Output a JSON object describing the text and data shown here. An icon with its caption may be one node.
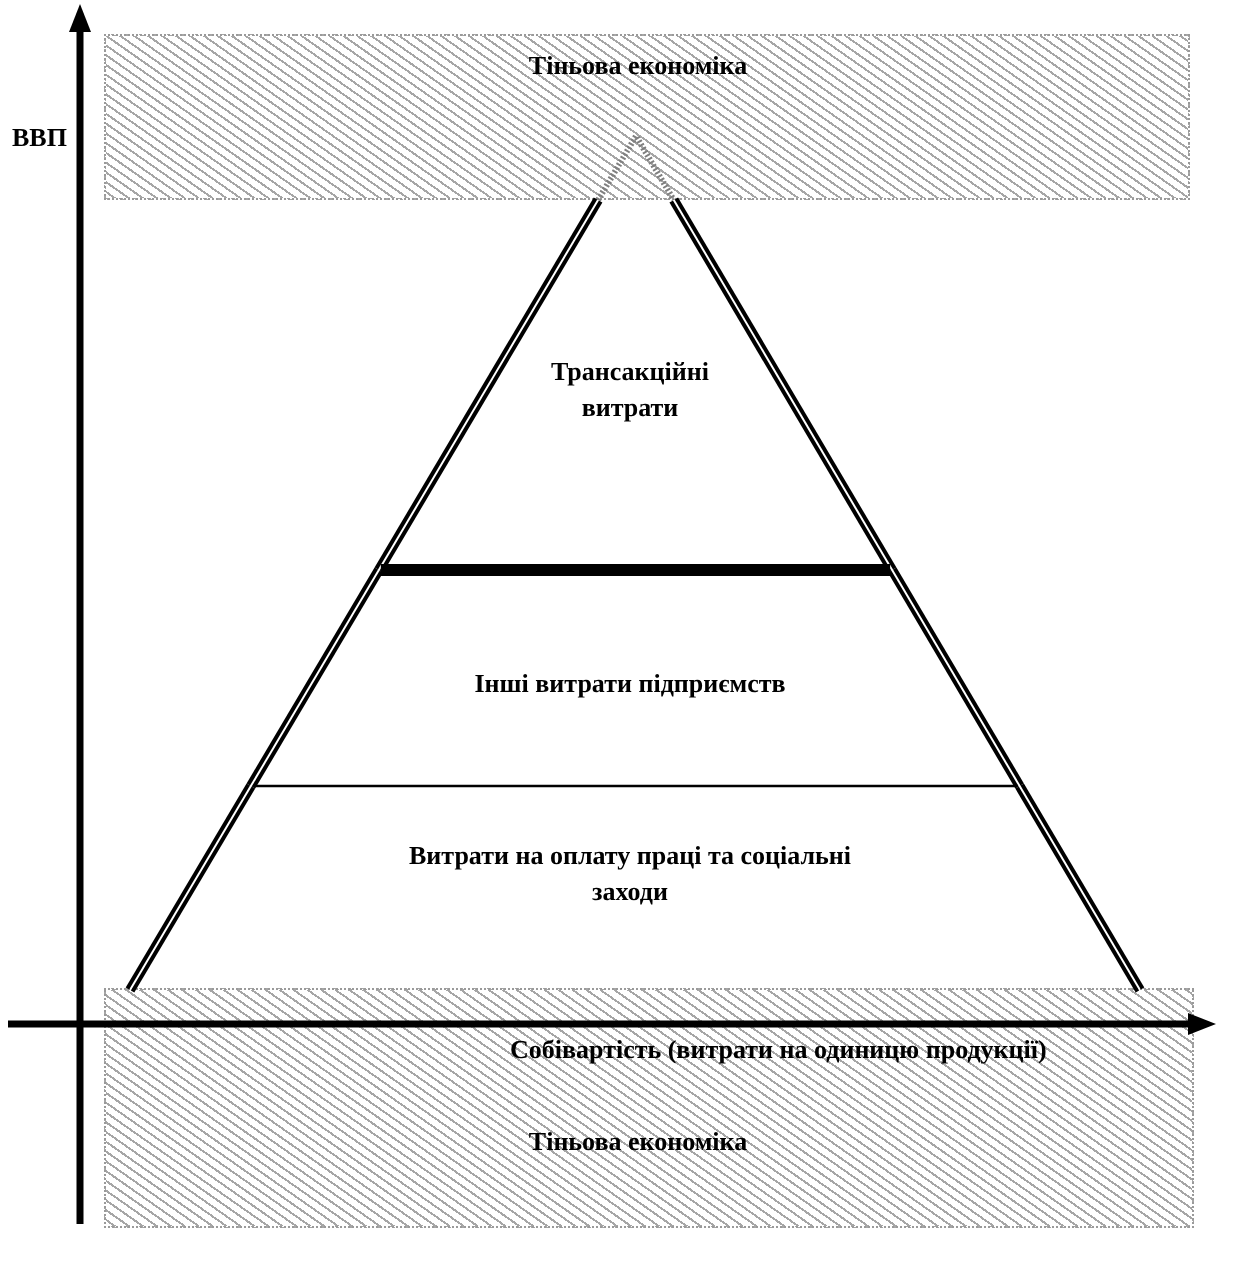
{
  "diagram": {
    "nodes": [
      {
        "text": [
          "Тіньова економіка"
        ]
      },
      {
        "text": [
          "Трансакційні витрати"
        ]
      },
      {
        "text": [
          "Інші витрати підприємств"
        ]
      },
      {
        "text": [
          "Витрати на оплату праці та соціальні заходи"
        ]
      },
      {
        "text": [
          "Тіньова економіка"
        ]
      }
    ],
    "labels": [
      "ВВП",
      "Собівартість (витрати на одиницю продукції)"
    ]
  }
}
